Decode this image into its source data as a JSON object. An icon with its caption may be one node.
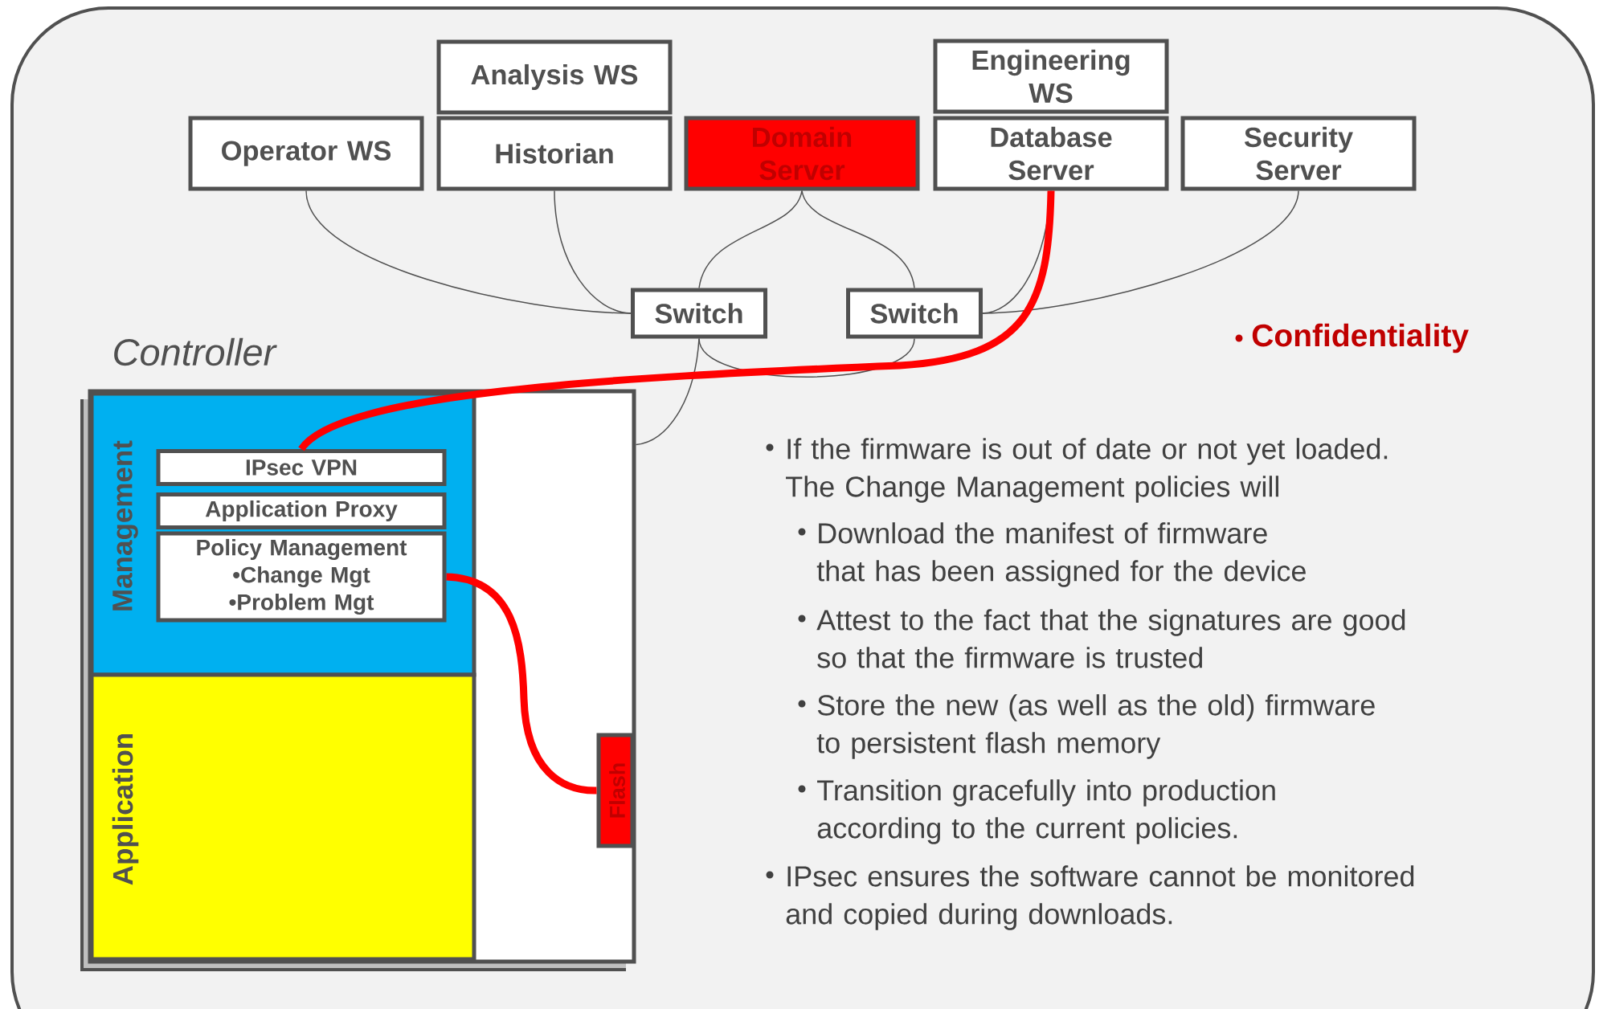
{
  "diagram": {
    "nodes": [
      {
        "text": [
          "Analysis WS"
        ]
      },
      {
        "text": [
          "Operator WS"
        ]
      },
      {
        "text": [
          "Historian"
        ]
      },
      {
        "text": [
          "Domain Server"
        ]
      },
      {
        "text": [
          "Engineering WS"
        ]
      },
      {
        "text": [
          "Database Server"
        ]
      },
      {
        "text": [
          "Security Server"
        ]
      },
      {
        "text": [
          "Switch"
        ]
      },
      {
        "text": [
          "Switch"
        ]
      },
      {
        "text": [
          "Controller"
        ]
      },
      {
        "text": [
          "Management"
        ],
        "in": 9
      },
      {
        "text": [
          "IPsec VPN"
        ],
        "in": 10
      },
      {
        "text": [
          "Application Proxy"
        ],
        "in": 10
      },
      {
        "text": [
          "Policy Management",
          "•Change Mgt",
          "•Problem Mgt"
        ],
        "in": 10
      },
      {
        "text": [
          "Application"
        ],
        "in": 9
      },
      {
        "text": [
          "Flash"
        ],
        "in": 9
      }
    ],
    "edges": [
      {
        "from": 1,
        "to": 7,
        "arrow": "none"
      },
      {
        "from": 2,
        "to": 7,
        "arrow": "none"
      },
      {
        "from": 3,
        "to": 7,
        "arrow": "none"
      },
      {
        "from": 3,
        "to": 8,
        "arrow": "none"
      },
      {
        "from": 5,
        "to": 8,
        "arrow": "none"
      },
      {
        "from": 6,
        "to": 8,
        "arrow": "none"
      },
      {
        "from": 7,
        "to": 8,
        "arrow": "none"
      },
      {
        "from": 7,
        "to": 9,
        "arrow": "none"
      },
      {
        "from": 5,
        "to": 11,
        "arrow": "none",
        "style": "thick",
        "color": "#ff0000"
      },
      {
        "from": 13,
        "to": 15,
        "arrow": "none",
        "style": "thick",
        "color": "#ff0000"
      }
    ],
    "labels": [
      "Confidentiality",
      "If the firmware  is out of date or not yet loaded. The Change Management policies will",
      "Download the manifest of firmware that has been assigned for the device",
      "Attest to the fact that the signatures are good so that the firmware is trusted",
      "Store the new (as well as the old) firmware to persistent  flash memory",
      "Transition gracefully into production according to the current policies.",
      "IPsec ensures the  software cannot be  monitored and copied during downloads."
    ]
  }
}
